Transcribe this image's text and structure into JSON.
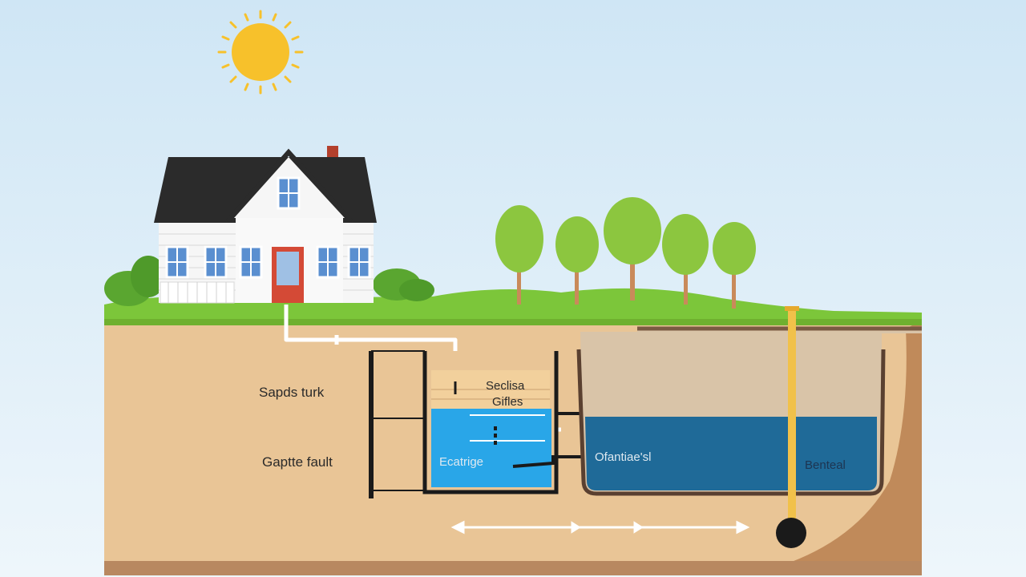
{
  "labels": {
    "left_upper": "Sapds turk",
    "left_lower": "Gaptte fault",
    "tank_top_line1": "Seclisa",
    "tank_top_line2": "Gifles",
    "tank_water": "Ecatrige",
    "field_left": "Ofantiae'sl",
    "field_right": "Benteal"
  },
  "colors": {
    "sky_top": "#cfe6f5",
    "sky_bottom": "#e8f3fa",
    "grass": "#7cc63a",
    "soil": "#e9c596",
    "soil_dark": "#8a5a3a",
    "tank_water": "#29a6e8",
    "field_water": "#1f6a98",
    "field_sand": "#d9c4a8",
    "pipe": "#ffffff",
    "vent": "#f1c14a",
    "sun": "#f7c12b"
  },
  "icons": {
    "sun": "sun-icon",
    "house": "house-icon",
    "trees": "tree-icon"
  }
}
